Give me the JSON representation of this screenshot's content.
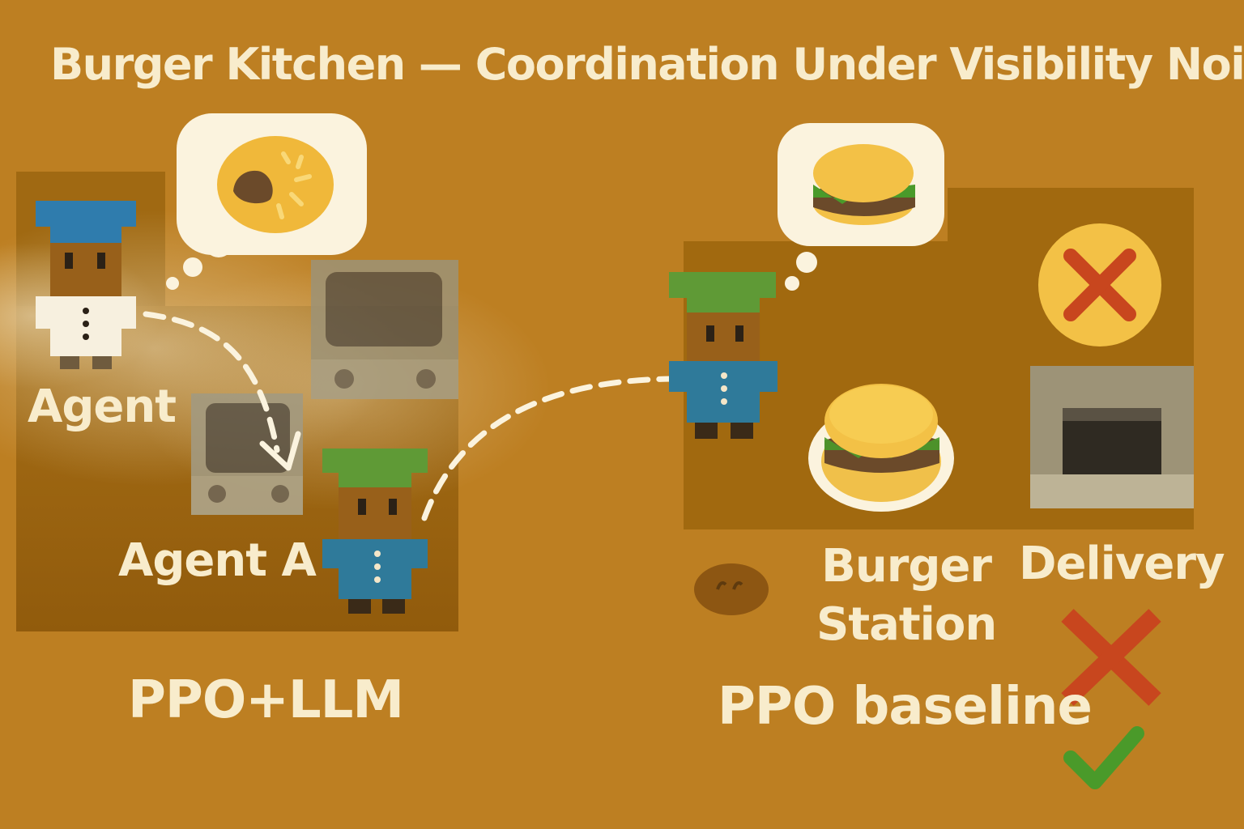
{
  "title": "Burger Kitchen — Coordination Under Visibility Noise",
  "left_panel": {
    "agent_label": "Agent",
    "agent_a_label": "Agent A",
    "method_label": "PPO+LLM",
    "agent_thought_icon": "cooked-patty-icon",
    "agent_hat_color": "#2f7cad",
    "agent_a_hat_color": "#5f9a36"
  },
  "right_panel": {
    "station_label_line1": "Burger",
    "station_label_line2": "Station",
    "delivery_label": "Delivery",
    "method_label": "PPO baseline",
    "agent_thought_icon": "burger-icon",
    "delivery_status_icon": "x-icon",
    "result_icons": [
      "x-icon",
      "check-icon"
    ]
  },
  "colors": {
    "background": "#bd7f22",
    "floor": "#a1690f",
    "text": "#f8eccc",
    "fail": "#c8461e",
    "success": "#4a9a2a",
    "accent_yellow": "#f3c146"
  }
}
